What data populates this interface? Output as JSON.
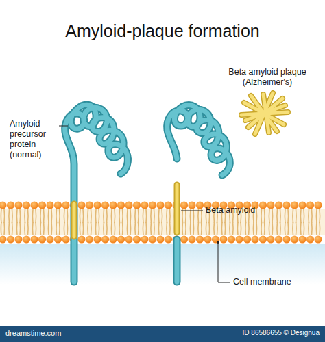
{
  "diagram": {
    "title": "Amyloid-plaque formation",
    "labels": [
      "Amyloid precursor protein (normal)",
      "Beta amyloid plaque (Alzheimer's)",
      "Beta amyloid",
      "Cell membrane",
      "dreamstime.com",
      "ID 86586655 © Designua"
    ]
  }
}
